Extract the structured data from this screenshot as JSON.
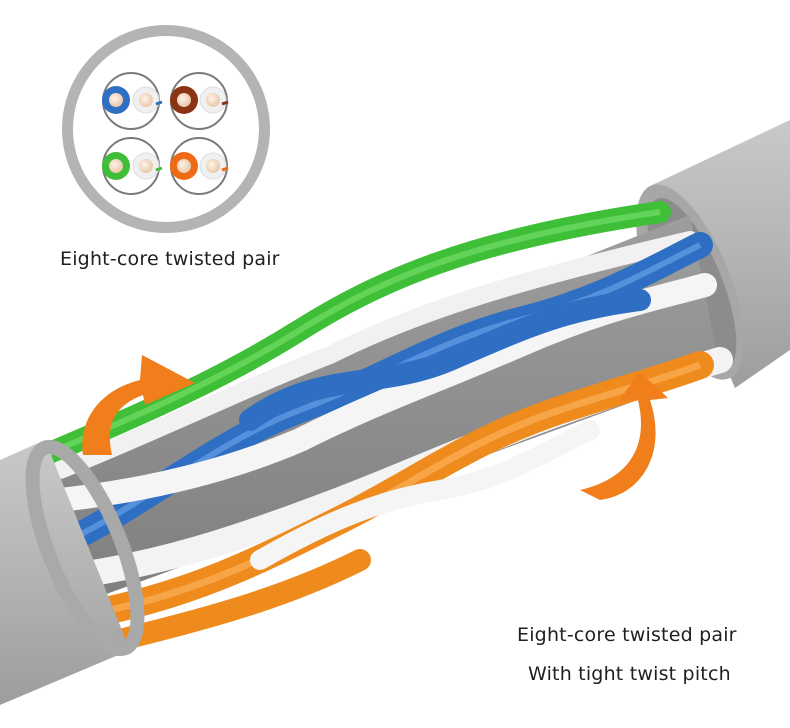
{
  "labels": {
    "cross_section": "Eight-core twisted pair",
    "detail_line1": "Eight-core twisted pair",
    "detail_line2": "With tight twist pitch"
  },
  "wire_colors": {
    "blue": "#2f6fc3",
    "brown": "#8a3415",
    "green": "#3fbf37",
    "orange": "#ef8a1c",
    "white": "#f4f4f4",
    "jacket": "#b7b7b7",
    "arrow": "#f07e1a"
  },
  "icons": [
    "twist-arrow-icon"
  ]
}
